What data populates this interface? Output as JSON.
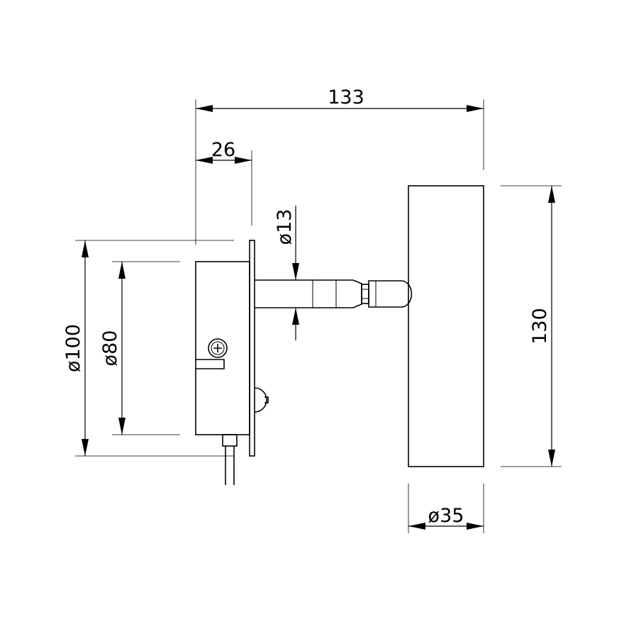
{
  "dimensions": {
    "overall_length": "133",
    "backplate_depth": "26",
    "arm_diameter": "ø13",
    "base_diameter": "ø100",
    "box_diameter": "ø80",
    "head_length": "130",
    "head_diameter": "ø35"
  },
  "colors": {
    "line": "#000000",
    "background": "#ffffff"
  }
}
